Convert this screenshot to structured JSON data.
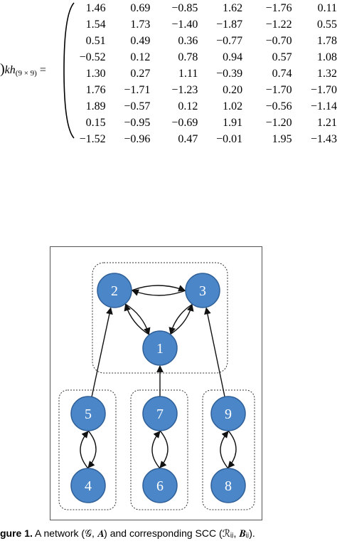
{
  "equation": {
    "lhs_text": "kh",
    "lhs_subscript": "(9 × 9)",
    "equals": "=",
    "rows": [
      [
        "1.46",
        "0.69",
        "−0.85",
        "1.62",
        "−1.76",
        "0.11"
      ],
      [
        "1.54",
        "1.73",
        "−1.40",
        "−1.87",
        "−1.22",
        "0.55"
      ],
      [
        "0.51",
        "0.49",
        "0.36",
        "−0.77",
        "−0.70",
        "1.78"
      ],
      [
        "−0.52",
        "0.12",
        "0.78",
        "0.94",
        "0.57",
        "1.08"
      ],
      [
        "1.30",
        "0.27",
        "1.11",
        "−0.39",
        "0.74",
        "1.32"
      ],
      [
        "1.76",
        "−1.71",
        "−1.23",
        "0.20",
        "−1.70",
        "−1.70"
      ],
      [
        "1.89",
        "−0.57",
        "0.12",
        "1.02",
        "−0.56",
        "−1.14"
      ],
      [
        "0.15",
        "−0.95",
        "−0.69",
        "1.91",
        "−1.20",
        "1.21"
      ],
      [
        "−1.52",
        "−0.96",
        "0.47",
        "−0.01",
        "1.95",
        "−1.43"
      ]
    ]
  },
  "figure": {
    "node_color": "#4a86c8",
    "node_stroke": "#2f5f97",
    "nodes": [
      "1",
      "2",
      "3",
      "4",
      "5",
      "6",
      "7",
      "8",
      "9"
    ],
    "edges": [
      [
        "2",
        "3"
      ],
      [
        "3",
        "2"
      ],
      [
        "2",
        "1"
      ],
      [
        "1",
        "2"
      ],
      [
        "3",
        "1"
      ],
      [
        "1",
        "3"
      ],
      [
        "5",
        "2"
      ],
      [
        "7",
        "1"
      ],
      [
        "9",
        "3"
      ],
      [
        "5",
        "4"
      ],
      [
        "4",
        "5"
      ],
      [
        "7",
        "6"
      ],
      [
        "6",
        "7"
      ],
      [
        "9",
        "8"
      ],
      [
        "8",
        "9"
      ]
    ]
  },
  "caption": {
    "label": "gure 1.",
    "text": "A network (𝒢, 𝑨) and corresponding SCC (ℛᵢⱼ, 𝑩ᵢⱼ)."
  }
}
